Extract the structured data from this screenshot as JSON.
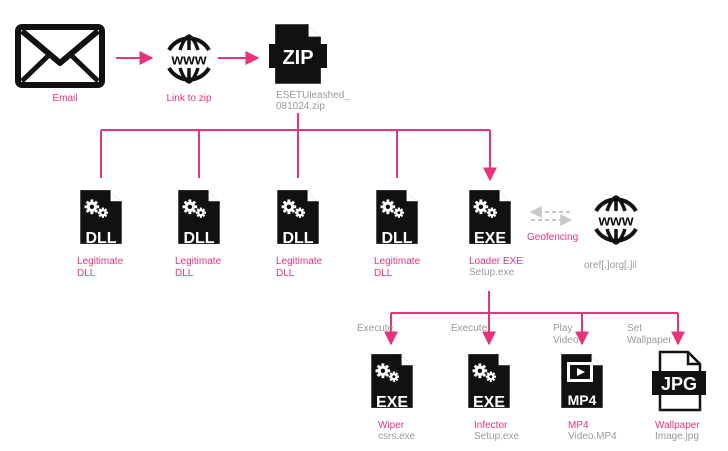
{
  "colors": {
    "accent": "#e8337c",
    "muted": "#9a9a9a",
    "icon": "#111111"
  },
  "nodes": {
    "email": {
      "label": "Email",
      "icon": "envelope-icon"
    },
    "link": {
      "label": "Link to zip",
      "icon": "www-globe-icon"
    },
    "zip": {
      "badge": "ZIP",
      "name_line1": "ESETUleashed_",
      "name_line2": "081024.zip",
      "icon": "zip-file-icon"
    },
    "dll1": {
      "badge": "DLL",
      "label_line1": "Legitimate",
      "label_line2": "DLL",
      "icon": "dll-file-icon"
    },
    "dll2": {
      "badge": "DLL",
      "label_line1": "Legitimate",
      "label_line2": "DLL",
      "icon": "dll-file-icon"
    },
    "dll3": {
      "badge": "DLL",
      "label_line1": "Legitimate",
      "label_line2": "DLL",
      "icon": "dll-file-icon"
    },
    "dll4": {
      "badge": "DLL",
      "label_line1": "Legitimate",
      "label_line2": "DLL",
      "icon": "dll-file-icon"
    },
    "loader": {
      "badge": "EXE",
      "label": "Loader EXE",
      "sub": "Setup.exe",
      "icon": "exe-file-icon"
    },
    "geo": {
      "label": "Geofencing",
      "domain": "oref[.]org[.]il",
      "icon": "www-globe-icon"
    },
    "wiper": {
      "badge": "EXE",
      "label": "Wiper",
      "sub": "csrs.exe",
      "action": "Execute",
      "icon": "exe-file-icon"
    },
    "infector": {
      "badge": "EXE",
      "label": "Infector",
      "sub": "Setup.exe",
      "action": "Execute",
      "icon": "exe-file-icon"
    },
    "mp4": {
      "badge": "MP4",
      "label": "MP4",
      "sub": "Video.MP4",
      "action_line1": "Play",
      "action_line2": "Video",
      "icon": "video-file-icon"
    },
    "jpg": {
      "badge": "JPG",
      "label": "Wallpaper",
      "sub": "Image.jpg",
      "action_line1": "Set",
      "action_line2": "Wallpaper",
      "icon": "image-file-icon"
    }
  }
}
